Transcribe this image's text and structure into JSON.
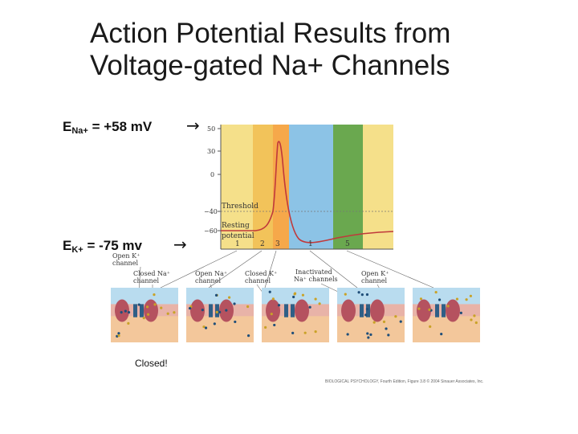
{
  "title_line1": "Action Potential Results from",
  "title_line2": "Voltage-gated Na+ Channels",
  "ena": {
    "prefix": "E",
    "sub": "Na+",
    "rest": " = +58 mV"
  },
  "ek": {
    "prefix": "E",
    "sub": "K+",
    "rest": " = -75 mv"
  },
  "arrow_glyph": "→",
  "closed_note": "Closed!",
  "credit": "BIOLOGICAL PSYCHOLOGY, Fourth Edition, Figure 3.8  © 2004 Sinauer Associates, Inc.",
  "diagram": {
    "y_ticks": [
      "50",
      "30",
      "0",
      "−40",
      "−60"
    ],
    "threshold_label": "Threshold",
    "resting_label_1": "Resting",
    "resting_label_2": "potential",
    "phase_numbers": [
      "1",
      "2",
      "3",
      "1",
      "5"
    ],
    "channel_labels": {
      "open_k_1": "Open K⁺",
      "open_k_2": "channel",
      "closed_na_1": "Closed Na⁺",
      "closed_na_2": "channel",
      "open_na_1": "Open Na⁺",
      "open_na_2": "channel",
      "closed_k_1": "Closed K⁺",
      "closed_k_2": "channel",
      "inact_na_1": "Inactivated",
      "inact_na_2": "Na⁺ channels",
      "open_k2_1": "Open K⁺",
      "open_k2_2": "channel"
    }
  },
  "colors": {
    "band_yellow": "#f5e08a",
    "band_orange": "#f2c35a",
    "band_blue": "#8cc3e6",
    "band_green": "#6aa84f",
    "trace": "#c0393b",
    "extracellular": "#b9dcef",
    "intracellular": "#f3c79b",
    "membrane": "#e8b3a8",
    "channel": "#b5525f"
  }
}
